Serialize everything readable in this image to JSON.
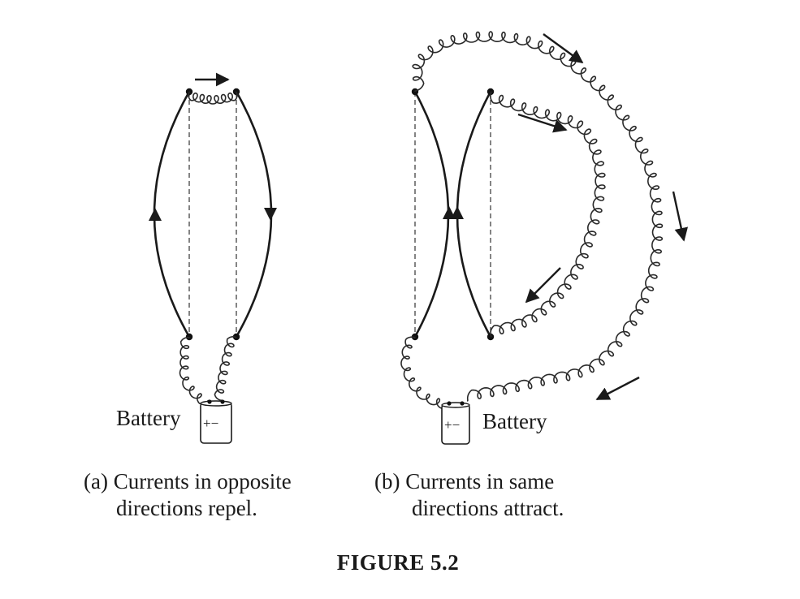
{
  "figure": {
    "title": "FIGURE 5.2",
    "panel_a": {
      "battery_label": "Battery",
      "battery_signs": "+−",
      "caption_line1": "(a) Currents in opposite",
      "caption_line2": "directions repel."
    },
    "panel_b": {
      "battery_label": "Battery",
      "battery_signs": "+−",
      "caption_line1": "(b) Currents in same",
      "caption_line2": "directions attract."
    }
  }
}
